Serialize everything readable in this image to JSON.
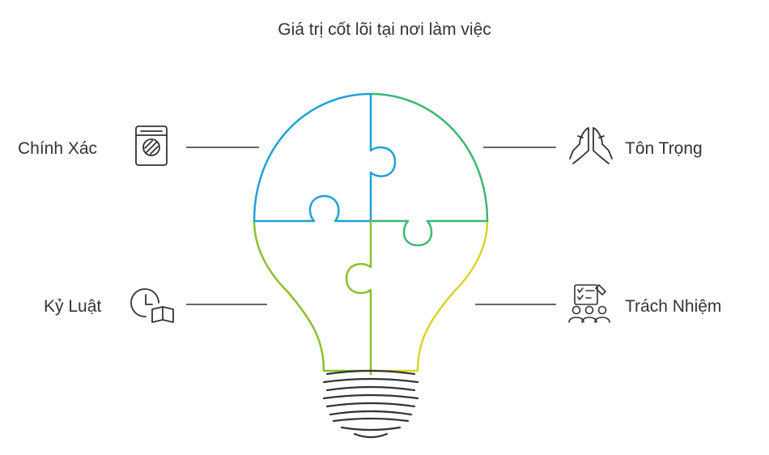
{
  "title": "Giá trị cốt lõi tại nơi làm việc",
  "values": {
    "top_left": {
      "label": "Chính Xác",
      "icon": "precision-device-icon",
      "color": "#1fa2d6"
    },
    "top_right": {
      "label": "Tôn Trọng",
      "icon": "praying-hands-icon",
      "color": "#3ab873"
    },
    "bottom_left": {
      "label": "Kỷ Luật",
      "icon": "clock-book-icon",
      "color": "#8bbf2e"
    },
    "bottom_right": {
      "label": "Trách Nhiệm",
      "icon": "team-checklist-icon",
      "color": "#d9d42a"
    }
  },
  "colors": {
    "text": "#333333",
    "connector": "#333333",
    "bulb_base": "#333333"
  }
}
